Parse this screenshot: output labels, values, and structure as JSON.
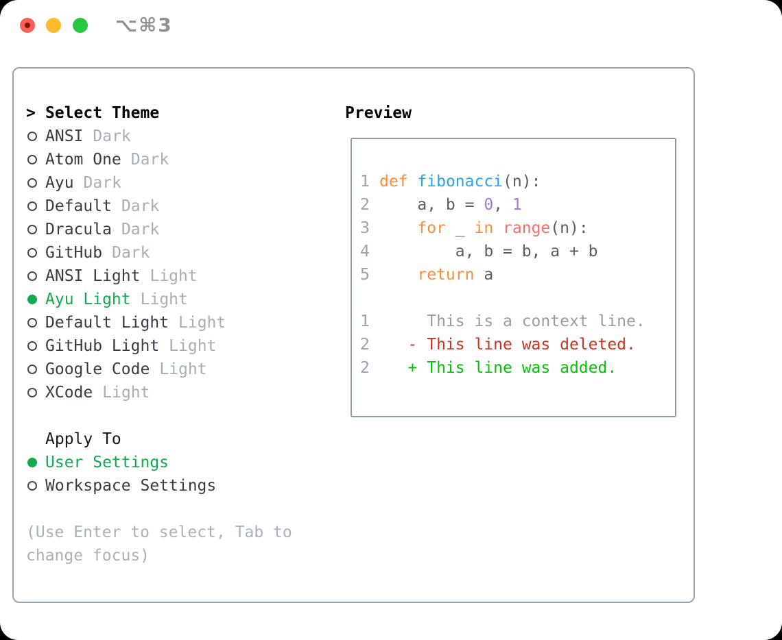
{
  "titlebar": {
    "shortcut": "⌥⌘3",
    "traffic_lights": [
      "close",
      "minimize",
      "zoom"
    ]
  },
  "theme_panel": {
    "header": {
      "prompt": ">",
      "label": "Select Theme"
    },
    "themes": [
      {
        "name": "ANSI",
        "variant": "Dark",
        "selected": false
      },
      {
        "name": "Atom One",
        "variant": "Dark",
        "selected": false
      },
      {
        "name": "Ayu",
        "variant": "Dark",
        "selected": false
      },
      {
        "name": "Default",
        "variant": "Dark",
        "selected": false
      },
      {
        "name": "Dracula",
        "variant": "Dark",
        "selected": false
      },
      {
        "name": "GitHub",
        "variant": "Dark",
        "selected": false
      },
      {
        "name": "ANSI Light",
        "variant": "Light",
        "selected": false
      },
      {
        "name": "Ayu Light",
        "variant": "Light",
        "selected": true
      },
      {
        "name": "Default Light",
        "variant": "Light",
        "selected": false
      },
      {
        "name": "GitHub Light",
        "variant": "Light",
        "selected": false
      },
      {
        "name": "Google Code",
        "variant": "Light",
        "selected": false
      },
      {
        "name": "XCode",
        "variant": "Light",
        "selected": false
      }
    ],
    "apply_to": {
      "label": "Apply To",
      "options": [
        {
          "name": "User Settings",
          "selected": true
        },
        {
          "name": "Workspace Settings",
          "selected": false
        }
      ]
    },
    "hint": "(Use Enter to select, Tab to change focus)"
  },
  "preview": {
    "label": "Preview",
    "lines": [
      {
        "num": "1",
        "tokens": [
          {
            "text": "def",
            "cls": "keyword"
          },
          {
            "text": " ",
            "cls": "fg"
          },
          {
            "text": "fibonacci",
            "cls": "function"
          },
          {
            "text": "(n):",
            "cls": "fg"
          }
        ]
      },
      {
        "num": "2",
        "tokens": [
          {
            "text": "    a, b = ",
            "cls": "fg"
          },
          {
            "text": "0",
            "cls": "number"
          },
          {
            "text": ", ",
            "cls": "fg"
          },
          {
            "text": "1",
            "cls": "number"
          }
        ]
      },
      {
        "num": "3",
        "tokens": [
          {
            "text": "    ",
            "cls": "fg"
          },
          {
            "text": "for",
            "cls": "keyword"
          },
          {
            "text": " _ ",
            "cls": "fg"
          },
          {
            "text": "in",
            "cls": "keyword"
          },
          {
            "text": " ",
            "cls": "fg"
          },
          {
            "text": "range",
            "cls": "builtin"
          },
          {
            "text": "(n):",
            "cls": "fg"
          }
        ]
      },
      {
        "num": "4",
        "tokens": [
          {
            "text": "        a, b = b, a + b",
            "cls": "fg"
          }
        ]
      },
      {
        "num": "5",
        "tokens": [
          {
            "text": "    ",
            "cls": "fg"
          },
          {
            "text": "return",
            "cls": "keyword"
          },
          {
            "text": " a",
            "cls": "fg"
          }
        ]
      },
      {
        "num": "",
        "tokens": [
          {
            "text": "",
            "cls": "fg"
          }
        ]
      },
      {
        "num": "1",
        "tokens": [
          {
            "text": "     This is a context line.",
            "cls": "context"
          }
        ]
      },
      {
        "num": "2",
        "tokens": [
          {
            "text": "   - This line was deleted.",
            "cls": "deleted"
          }
        ]
      },
      {
        "num": "2",
        "tokens": [
          {
            "text": "   + This line was added.",
            "cls": "added"
          }
        ]
      }
    ]
  },
  "colors": {
    "selected_green": "#13A94D",
    "added_green": "#06C206",
    "deleted_red": "#C93321",
    "keyword_orange": "#FA8D3E",
    "function_blue": "#2BA3E8",
    "number_purple": "#A37ACC",
    "builtin_coral": "#F0716E",
    "variant_gray": "#A6AEB6",
    "panel_border": "#9AA3AE",
    "traffic_red": "#FC5F57",
    "traffic_yellow": "#FDBC2E",
    "traffic_green": "#28C73F"
  }
}
